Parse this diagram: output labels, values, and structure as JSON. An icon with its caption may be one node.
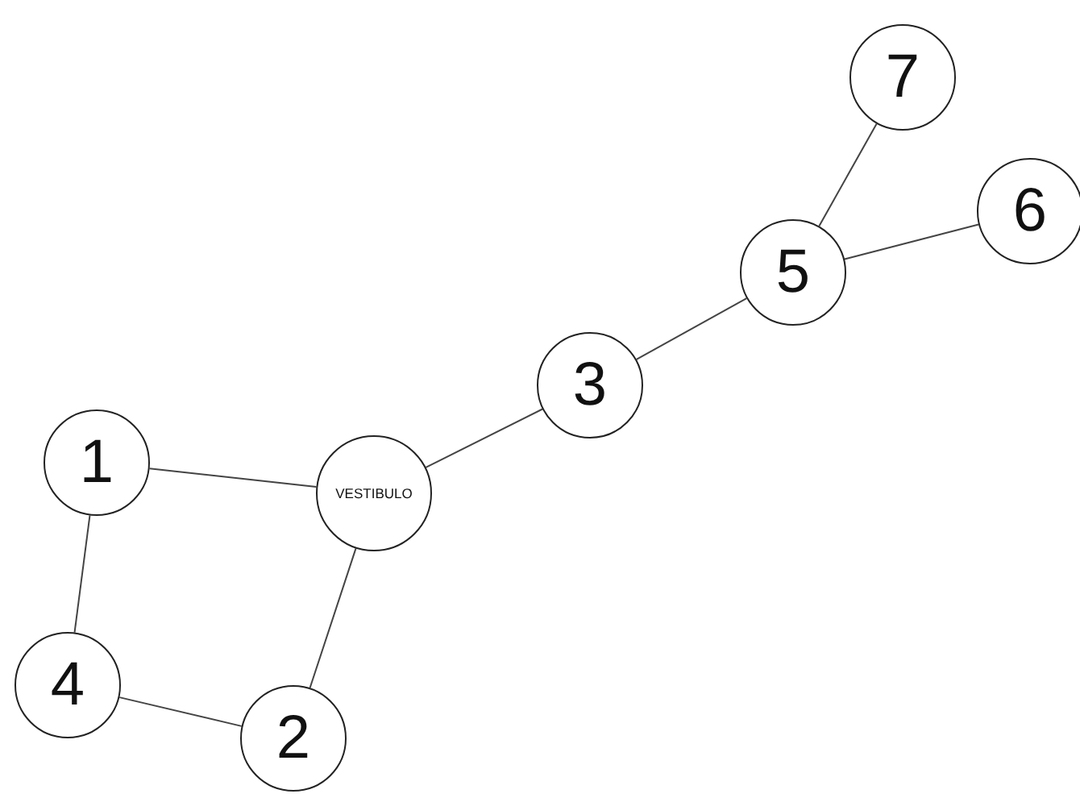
{
  "diagram": {
    "nodes": [
      {
        "text": [
          "7"
        ]
      },
      {
        "text": [
          "6"
        ]
      },
      {
        "text": [
          "5"
        ]
      },
      {
        "text": [
          "3"
        ]
      },
      {
        "text": [
          "1"
        ]
      },
      {
        "text": [
          "VESTIBULO"
        ]
      },
      {
        "text": [
          "4"
        ]
      },
      {
        "text": [
          "2"
        ]
      }
    ],
    "edges": [
      {
        "from": 0,
        "to": 2,
        "arrow": "none"
      },
      {
        "from": 1,
        "to": 2,
        "arrow": "none"
      },
      {
        "from": 2,
        "to": 3,
        "arrow": "none"
      },
      {
        "from": 3,
        "to": 5,
        "arrow": "none"
      },
      {
        "from": 4,
        "to": 5,
        "arrow": "none"
      },
      {
        "from": 5,
        "to": 7,
        "arrow": "none"
      },
      {
        "from": 4,
        "to": 6,
        "arrow": "none"
      },
      {
        "from": 6,
        "to": 7,
        "arrow": "none"
      }
    ]
  }
}
